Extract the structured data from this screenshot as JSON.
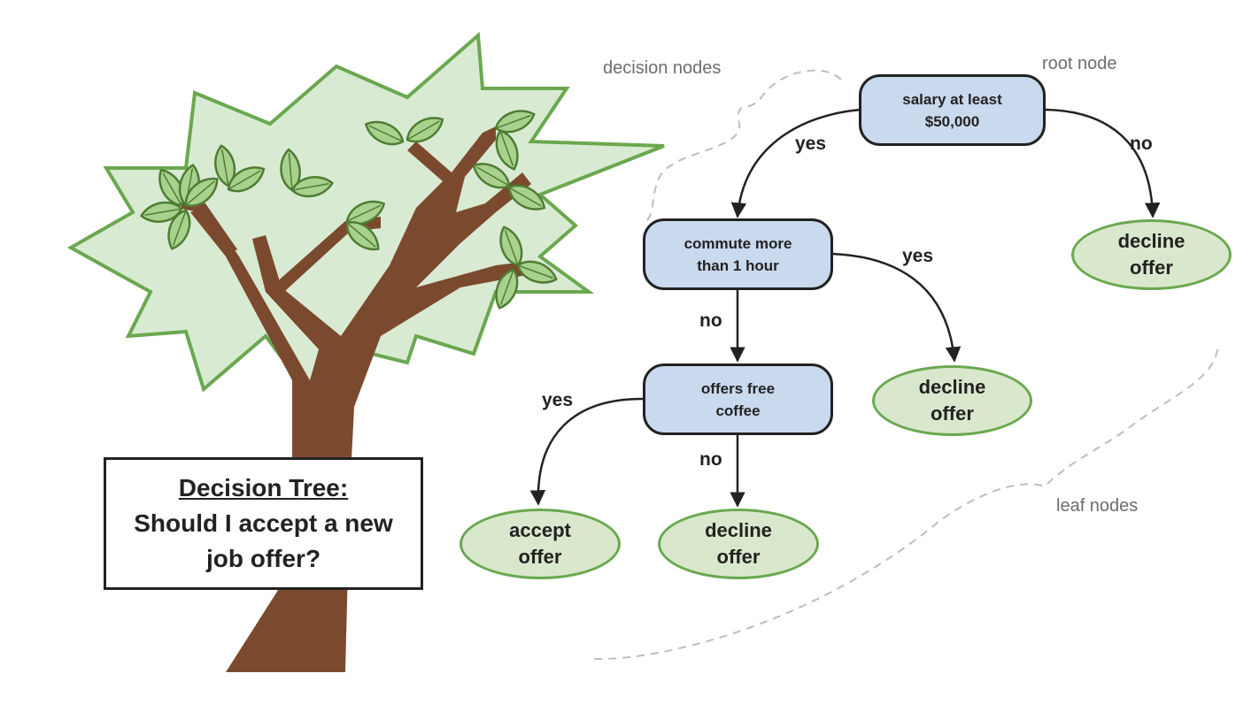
{
  "title": {
    "line1": "Decision Tree:",
    "line2": "Should I accept a new",
    "line3": "job offer?"
  },
  "annotations": {
    "decision_nodes": "decision nodes",
    "root_node": "root node",
    "leaf_nodes": "leaf nodes"
  },
  "nodes": {
    "salary": {
      "line1": "salary at least",
      "line2": "$50,000"
    },
    "commute": {
      "line1": "commute more",
      "line2": "than 1 hour"
    },
    "coffee": {
      "line1": "offers free",
      "line2": "coffee"
    },
    "leaf_salary_no": {
      "line1": "decline",
      "line2": "offer"
    },
    "leaf_commute_yes": {
      "line1": "decline",
      "line2": "offer"
    },
    "leaf_coffee_yes": {
      "line1": "accept",
      "line2": "offer"
    },
    "leaf_coffee_no": {
      "line1": "decline",
      "line2": "offer"
    }
  },
  "edges": {
    "salary_yes": "yes",
    "salary_no": "no",
    "commute_yes": "yes",
    "commute_no": "no",
    "coffee_yes": "yes",
    "coffee_no": "no"
  },
  "colors": {
    "decision_fill": "#c9d9ee",
    "leaf_fill": "#d9e8cc",
    "leaf_border": "#6aa84f",
    "canopy_fill": "#d9ead3",
    "leaf_green": "#a9d18e",
    "trunk_brown": "#7b4a2e"
  }
}
